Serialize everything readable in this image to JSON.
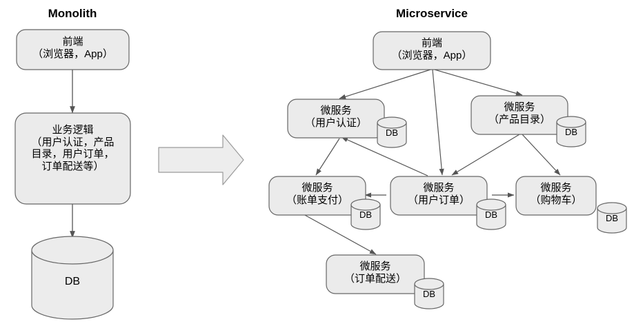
{
  "diagram": {
    "title_left": "Monolith",
    "title_right": "Microservice",
    "db_label": "DB",
    "colors": {
      "box_fill": "#ebebeb",
      "box_stroke": "#666666",
      "cylinder_fill": "#ececec",
      "cylinder_stroke": "#666666",
      "arrow_stroke": "#555555",
      "big_arrow_fill": "#ededed",
      "big_arrow_stroke": "#9a9a9a",
      "text": "#000000",
      "background": "#ffffff"
    }
  },
  "monolith": {
    "title": "Monolith",
    "nodes": {
      "frontend": {
        "line1": "前端",
        "line2": "（浏览器，App）"
      },
      "business_logic": {
        "line1": "业务逻辑",
        "line2": "（用户认证，产品",
        "line3": "目录，用户订单，",
        "line4": "订单配送等）"
      },
      "database": {
        "label": "DB"
      }
    },
    "edges": [
      {
        "from": "frontend",
        "to": "business_logic"
      },
      {
        "from": "business_logic",
        "to": "database"
      }
    ]
  },
  "transition": {
    "arrow_name": "migration-arrow",
    "direction": "right"
  },
  "microservice": {
    "title": "Microservice",
    "nodes": {
      "frontend": {
        "line1": "前端",
        "line2": "（浏览器，App）",
        "db": null
      },
      "auth": {
        "line1": "微服务",
        "line2": "（用户认证）",
        "db": "DB"
      },
      "catalog": {
        "line1": "微服务",
        "line2": "（产品目录）",
        "db": "DB"
      },
      "billing": {
        "line1": "微服务",
        "line2": "（账单支付）",
        "db": "DB"
      },
      "orders": {
        "line1": "微服务",
        "line2": "（用户订单）",
        "db": "DB"
      },
      "cart": {
        "line1": "微服务",
        "line2": "（购物车）",
        "db": "DB"
      },
      "delivery": {
        "line1": "微服务",
        "line2": "（订单配送）",
        "db": "DB"
      }
    },
    "edges": [
      {
        "from": "frontend",
        "to": "auth"
      },
      {
        "from": "frontend",
        "to": "orders"
      },
      {
        "from": "frontend",
        "to": "catalog"
      },
      {
        "from": "auth",
        "to": "billing"
      },
      {
        "from": "orders",
        "to": "auth"
      },
      {
        "from": "catalog",
        "to": "orders"
      },
      {
        "from": "catalog",
        "to": "cart"
      },
      {
        "from": "orders",
        "to": "billing"
      },
      {
        "from": "orders",
        "to": "cart"
      },
      {
        "from": "billing",
        "to": "delivery"
      }
    ]
  }
}
